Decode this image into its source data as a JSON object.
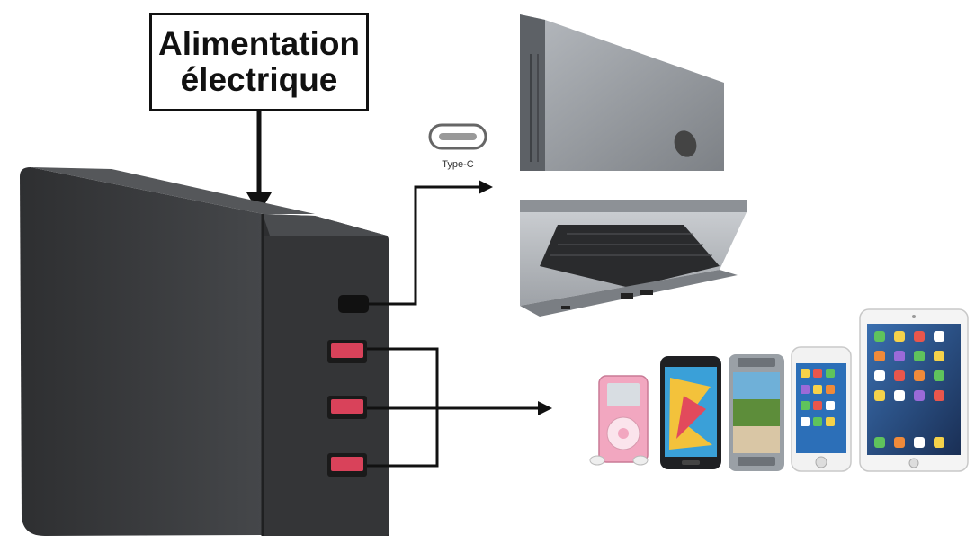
{
  "label": {
    "line1": "Alimentation",
    "line2": "électrique"
  },
  "port_label": "Type-C",
  "colors": {
    "charger_body": "#3a3b3d",
    "usb_port": "#d9425a",
    "arrow": "#111111",
    "laptop": "#9ea2a7"
  },
  "icons": [
    "charger-icon",
    "usb-c-icon",
    "laptop-icon",
    "music-player-icon",
    "smartphone-icon",
    "tablet-icon"
  ]
}
